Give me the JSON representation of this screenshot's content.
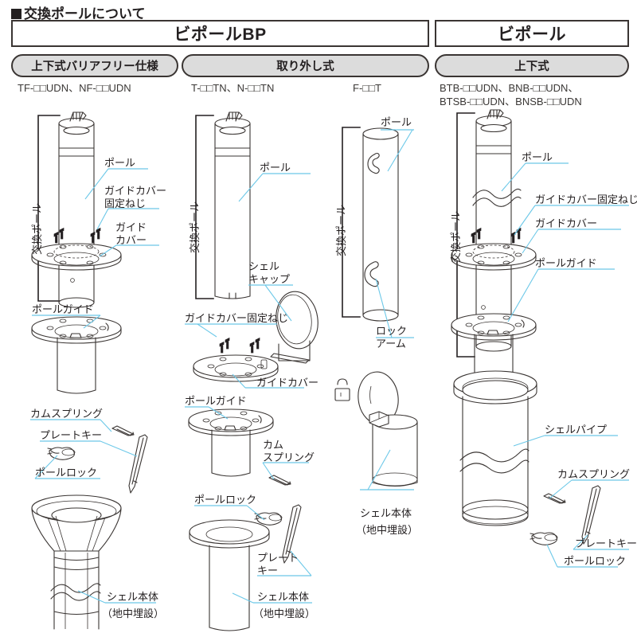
{
  "page": {
    "title": "交換ポールについて",
    "bullet": "■"
  },
  "brands": [
    {
      "id": "bipole-bp",
      "label": "ビポールBP"
    },
    {
      "id": "bipole",
      "label": "ビポール"
    }
  ],
  "types": [
    {
      "id": "joge-barrierfree",
      "label": "上下式バリアフリー仕様"
    },
    {
      "id": "torihazushi",
      "label": "取り外し式"
    },
    {
      "id": "joge",
      "label": "上下式"
    }
  ],
  "models": [
    {
      "id": "tf",
      "text": "TF-□□UDN、NF-□□UDN"
    },
    {
      "id": "t",
      "text": "T-□□TN、N-□□TN"
    },
    {
      "id": "f",
      "text": "F-□□T"
    },
    {
      "id": "btb",
      "text": "BTB-□□UDN、BNB-□□UDN、\nBTSB-□□UDN、BNSB-□□UDN"
    }
  ],
  "columns": {
    "col1": {
      "bracket_label": "交換ポール",
      "labels": {
        "pole": "ポール",
        "guide_cover_screw": "ガイドカバー\n固定ねじ",
        "guide_cover": "ガイド\nカバー",
        "pole_guide": "ポールガイド",
        "cam_spring": "カムスプリング",
        "plate_key": "プレートキー",
        "pole_lock": "ポールロック",
        "shell_body": "シェル本体",
        "shell_body_sub": "（地中埋設）"
      }
    },
    "col2": {
      "bracket_label": "交換ポール",
      "labels": {
        "pole": "ポール",
        "shell_cap": "シェル\nキャップ",
        "guide_cover_screw": "ガイドカバー固定ねじ",
        "guide_cover": "ガイドカバー",
        "pole_guide": "ポールガイド",
        "cam_spring": "カム\nスプリング",
        "pole_lock": "ポールロック",
        "plate_key": "プレート\nキー",
        "shell_body": "シェル本体",
        "shell_body_sub": "（地中埋設）"
      }
    },
    "col3": {
      "bracket_label": "交換ポール",
      "labels": {
        "pole": "ポール",
        "lock_arm": "ロック\nアーム",
        "shell_body": "シェル本体",
        "shell_body_sub": "（地中埋設）"
      }
    },
    "col4": {
      "bracket_label": "交換ポール",
      "labels": {
        "pole": "ポール",
        "guide_cover_screw": "ガイドカバー固定ねじ",
        "guide_cover": "ガイドカバー",
        "pole_guide": "ポールガイド",
        "shell_pipe": "シェルパイプ",
        "cam_spring": "カムスプリング",
        "plate_key": "プレートキー",
        "pole_lock": "ポールロック"
      }
    }
  },
  "colors": {
    "ink": "#231f20",
    "line": "#3a3533",
    "leader": "#5fc4e8",
    "pill_fill": "#dcdcdc",
    "paper": "#ffffff"
  }
}
